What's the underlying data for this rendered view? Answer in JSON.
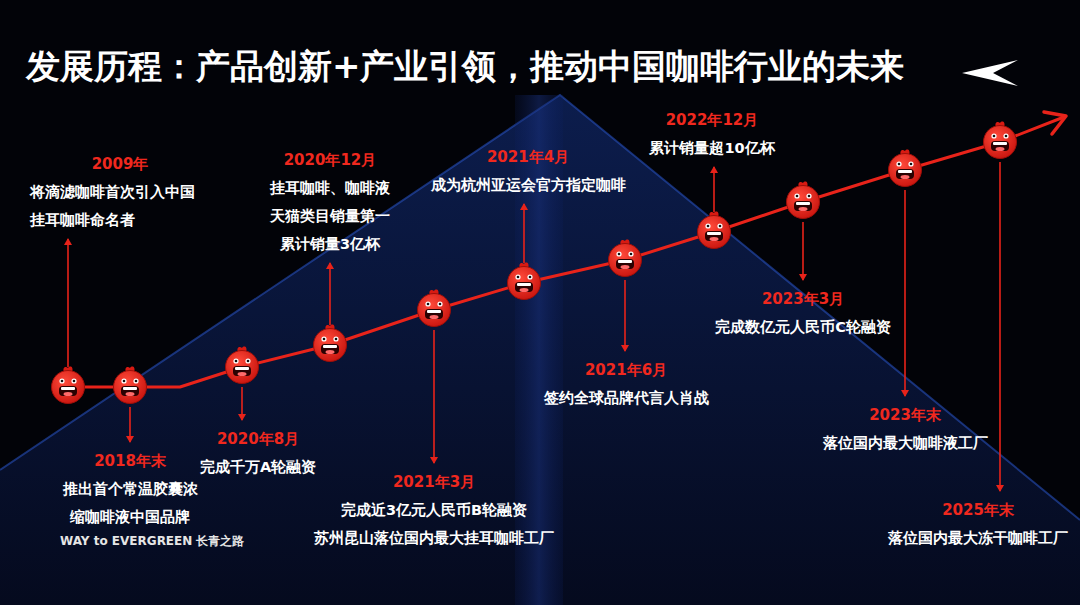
{
  "diagram": {
    "title": "发展历程：产品创新+产业引领，推动中国咖啡行业的未来",
    "nodes": [
      {
        "text": [
          "2009年",
          "将滴滤咖啡首次引入中国 挂耳咖啡命名者"
        ]
      },
      {
        "text": [
          "2018年末",
          "推出首个常温胶囊浓缩咖啡液中国品牌"
        ]
      },
      {
        "text": [
          "2020年8月",
          "完成千万A轮融资"
        ]
      },
      {
        "text": [
          "2020年12月",
          "挂耳咖啡、咖啡液 天猫类目销量第一 累计销量3亿杯"
        ]
      },
      {
        "text": [
          "2021年3月",
          "完成近3亿元人民币B轮融资 苏州昆山落位国内最大挂耳咖啡工厂"
        ]
      },
      {
        "text": [
          "2021年4月",
          "成为杭州亚运会官方指定咖啡"
        ]
      },
      {
        "text": [
          "2021年6月",
          "签约全球品牌代言人肖战"
        ]
      },
      {
        "text": [
          "2022年12月",
          "累计销量超10亿杯"
        ]
      },
      {
        "text": [
          "2023年3月",
          "完成数亿元人民币C轮融资"
        ]
      },
      {
        "text": [
          "2023年末",
          "落位国内最大咖啡液工厂"
        ]
      },
      {
        "text": [
          "2025年末",
          "落位国内最大冻干咖啡工厂"
        ]
      }
    ],
    "labels": [
      "WAY to EVERGREEN 长青之路"
    ]
  }
}
